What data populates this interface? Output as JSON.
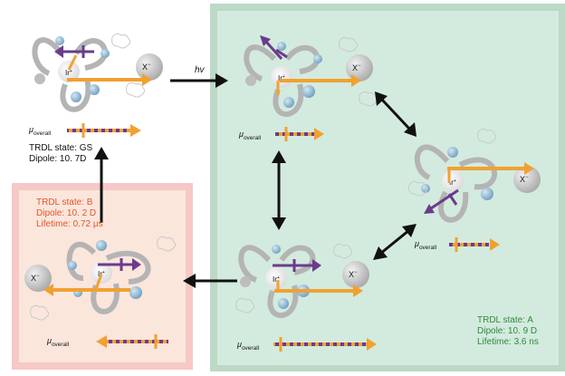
{
  "colors": {
    "panel_a_bg": "#d3ebde",
    "panel_a_border": "#bcd9c6",
    "panel_b_bg": "#fbe6dc",
    "panel_b_border": "#f6c9c6",
    "dipole_arrow": "#f0a132",
    "transition_dipole": "#6b3b8c",
    "metal": "#c7c7c7",
    "ligand_ball": "#8fb9d5",
    "ring": "#b4b4b4",
    "text_gs": "#111111",
    "text_b": "#e2562a",
    "text_a": "#2f8a3c"
  },
  "labels": {
    "metal": "Ir",
    "metal_charge": "+",
    "counterion": "X",
    "counterion_charge": "−",
    "hv": "hv",
    "mu_symbol": "μ",
    "mu_sub": "overall"
  },
  "states": {
    "gs": {
      "label": "TRDL state: GS",
      "dipole": "Dipole: 10. 7D"
    },
    "b": {
      "label": "TRDL state: B",
      "dipole": "Dipole: 10. 2 D",
      "lifetime": "Lifetime: 0.72 μs"
    },
    "a": {
      "label": "TRDL state: A",
      "dipole": "Dipole: 10. 9 D",
      "lifetime": "Lifetime: 3.6 ns"
    }
  }
}
